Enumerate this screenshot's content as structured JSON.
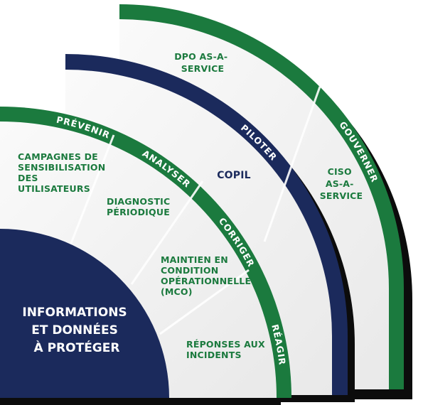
{
  "colors": {
    "green": "#1b7a3e",
    "navy": "#1b2a5c",
    "shadow": "#0c0c0c",
    "panel": "#f4f4f4",
    "text_green": "#1b7a3e",
    "text_navy": "#1b2a5c"
  },
  "core": {
    "lines": [
      "INFORMATIONS",
      "ET DONNÉES",
      "À PROTÉGER"
    ]
  },
  "inner": {
    "band_labels": [
      "PRÉVENIR",
      "ANALYSER",
      "CORRIGER",
      "RÉAGIR"
    ],
    "segments": [
      {
        "lines": [
          "CAMPAGNES DE",
          "SENSIBILISATION",
          "DES",
          "UTILISATEURS"
        ]
      },
      {
        "lines": [
          "DIAGNOSTIC",
          "PÉRIODIQUE"
        ]
      },
      {
        "lines": [
          "MAINTIEN EN",
          "CONDITION",
          "OPÉRATIONNELLE",
          "(MCO)"
        ]
      },
      {
        "lines": [
          "RÉPONSES AUX",
          "INCIDENTS"
        ]
      }
    ]
  },
  "middle": {
    "band_label": "PILOTER",
    "segment": {
      "lines": [
        "COPIL"
      ]
    }
  },
  "outer": {
    "band_label": "GOUVERNER",
    "segments": [
      {
        "lines": [
          "DPO AS-A-",
          "SERVICE"
        ]
      },
      {
        "lines": [
          "CISO",
          "AS-A-",
          "SERVICE"
        ]
      }
    ]
  }
}
